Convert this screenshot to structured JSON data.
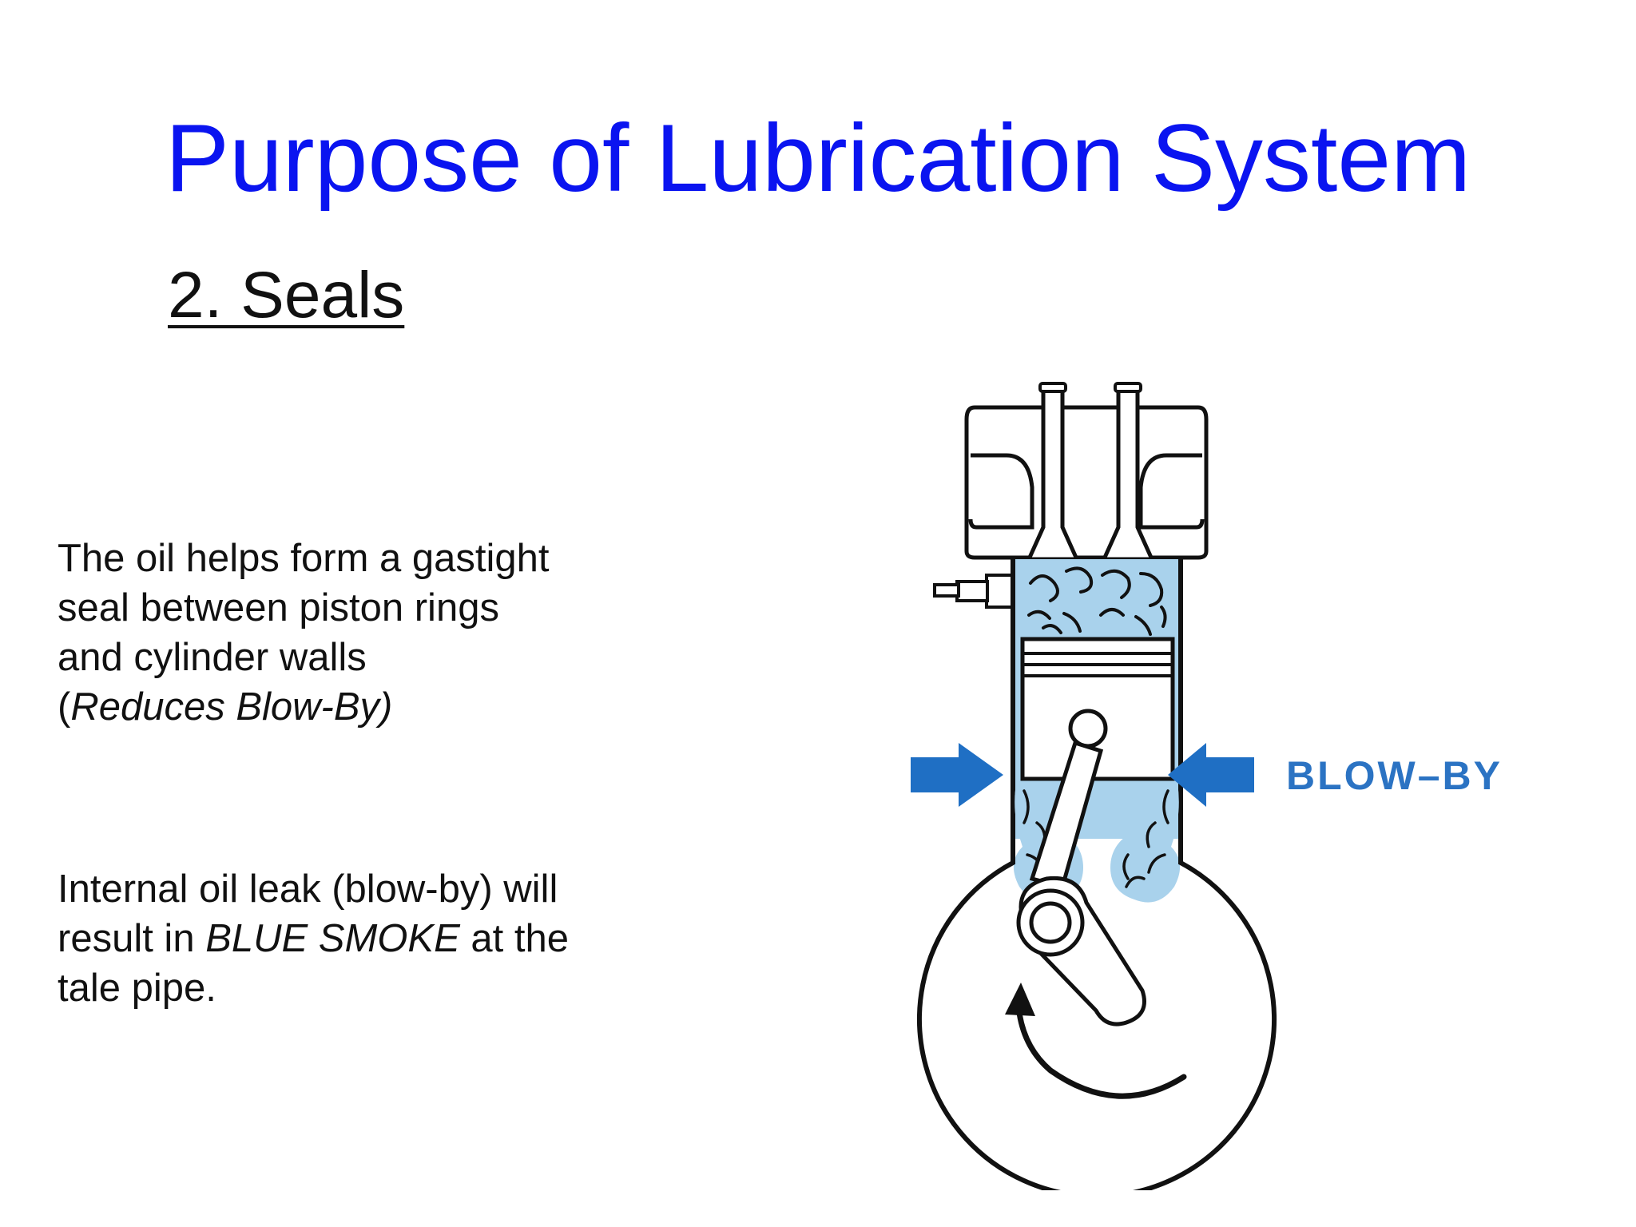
{
  "slide": {
    "title": "Purpose of Lubrication System",
    "subtitle": "2. Seals",
    "paragraph1": {
      "line1": "The oil helps form a gastight",
      "line2": "seal between piston rings",
      "line3": "and cylinder walls",
      "line4_open": "(",
      "line4_italic": "Reduces Blow-By)"
    },
    "paragraph2": {
      "line1": "Internal oil leak (blow-by) will",
      "line2_pre": "result in ",
      "line2_italic": "BLUE SMOKE",
      "line2_post": " at the",
      "line3": "tale pipe."
    },
    "diagram": {
      "label": "BLOW–BY",
      "colors": {
        "oil_blue": "#a9d2ec",
        "arrow_blue": "#1f6fc4",
        "label_blue": "#2b73c3",
        "line": "#111111"
      }
    }
  }
}
